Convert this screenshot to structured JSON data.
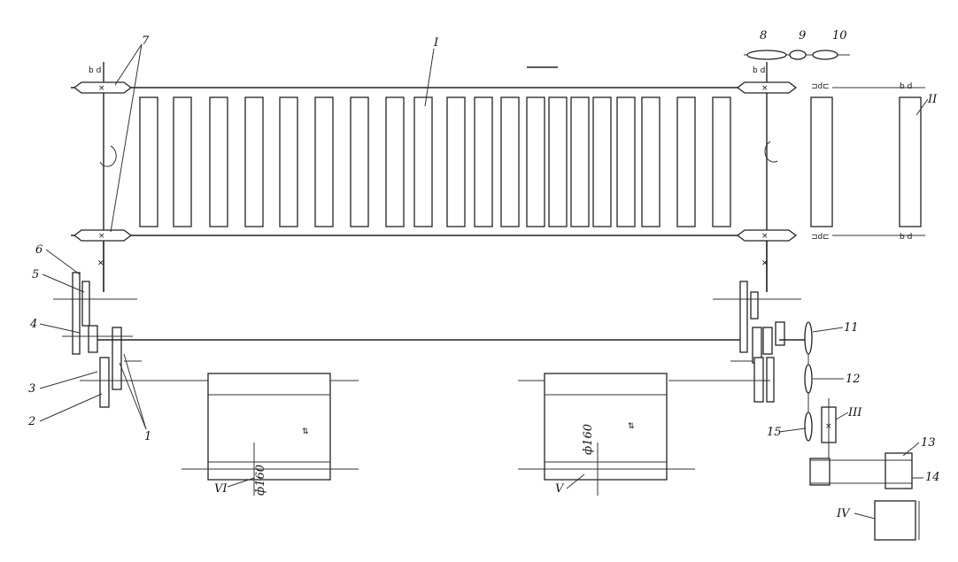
{
  "labels": {
    "n1": "1",
    "n2": "2",
    "n3": "3",
    "n4": "4",
    "n5": "5",
    "n6": "6",
    "n7": "7",
    "n8": "8",
    "n9": "9",
    "n10": "10",
    "n11": "11",
    "n12": "12",
    "n13": "13",
    "n14": "14",
    "n15": "15",
    "rI": "I",
    "rII": "II",
    "rIII": "III",
    "rIV": "IV",
    "rV": "V",
    "rVI": "VI",
    "d160a": "ф160",
    "d160b": "ф160"
  }
}
